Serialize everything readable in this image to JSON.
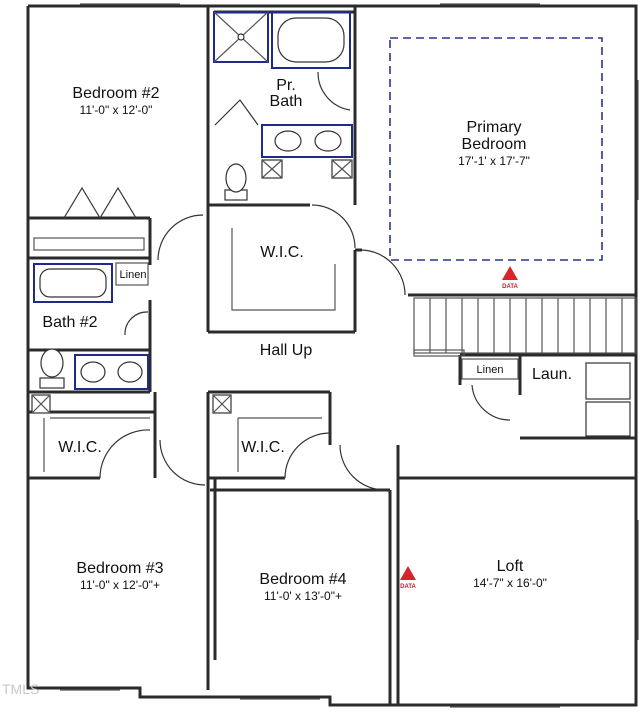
{
  "rooms": {
    "bedroom2": {
      "name": "Bedroom #2",
      "dims": "11'-0\" x 12'-0\""
    },
    "primary_bedroom": {
      "name_line1": "Primary",
      "name_line2": "Bedroom",
      "dims": "17'-1' x 17'-7\""
    },
    "pr_bath": {
      "line1": "Pr.",
      "line2": "Bath"
    },
    "wic_primary": {
      "name": "W.I.C."
    },
    "bath2": {
      "name": "Bath #2"
    },
    "linen_bath2": {
      "name": "Linen"
    },
    "hall": {
      "name": "Hall Up"
    },
    "linen_hall": {
      "name": "Linen"
    },
    "laundry": {
      "name": "Laun."
    },
    "wic_bed3": {
      "name": "W.I.C."
    },
    "wic_bed4": {
      "name": "W.I.C."
    },
    "bedroom3": {
      "name": "Bedroom #3",
      "dims": "11'-0\" x 12'-0\"+"
    },
    "bedroom4": {
      "name": "Bedroom #4",
      "dims": "11'-0' x 13'-0\"+"
    },
    "loft": {
      "name": "Loft",
      "dims": "14'-7\" x 16'-0\""
    }
  },
  "markers": [
    {
      "label": "DATA",
      "color": "#d8232a"
    },
    {
      "label": "DATA",
      "color": "#d8232a"
    }
  ],
  "watermark": "TMLS",
  "colors": {
    "wall": "#2b2b2b",
    "fixture_accent": "#1f2a8a",
    "marker": "#d8232a"
  }
}
